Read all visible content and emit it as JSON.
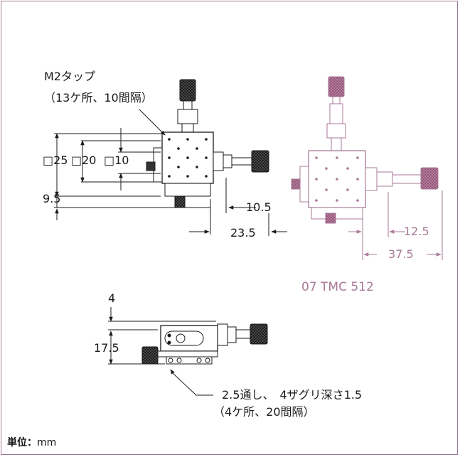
{
  "labels": {
    "tap": "M2タップ",
    "tap_spec": "（13ケ所、10間隔）",
    "sq25": "□25",
    "sq20": "□20",
    "sq10": "□10",
    "d9_5": "9.5",
    "d10_5": "10.5",
    "d23_5": "23.5",
    "d12_5": "12.5",
    "d37_5": "37.5",
    "model": "07 TMC 512",
    "h4": "4",
    "h17_5": "17.5",
    "hole_spec": "2.5通し、　4ザグリ深さ1.5",
    "hole_count": "（4ケ所、20間隔）",
    "unit_label": "単位：",
    "unit_value": "mm"
  },
  "colors": {
    "frame": "#a07a94",
    "line": "#1a1a1a",
    "accent": "#a87a98"
  }
}
